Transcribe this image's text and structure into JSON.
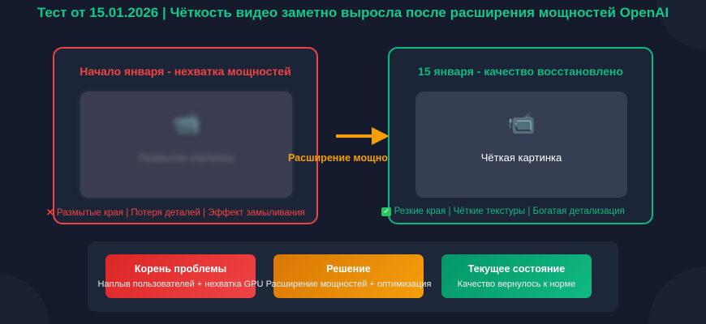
{
  "title": "Тест от 15.01.2026 | Чёткость видео заметно выросла после расширения мощностей OpenAI",
  "before": {
    "heading": "Начало января - нехватка мощностей",
    "icon": "video-camera-icon",
    "caption": "Размытая картинка",
    "footer_icon": "✕",
    "footer": "Размытые края | Потеря деталей | Эффект замыливания"
  },
  "after": {
    "heading": "15 января - качество восстановлено",
    "icon": "video-camera-icon",
    "caption": "Чёткая картинка",
    "footer_icon": "✓",
    "footer": "Резкие края | Чёткие текстуры | Богатая детализация"
  },
  "arrow_label": "Расширение мощностей",
  "cards": [
    {
      "title": "Корень проблемы",
      "desc": "Наплыв пользователей + нехватка GPU"
    },
    {
      "title": "Решение",
      "desc": "Расширение мощностей + оптимизация"
    },
    {
      "title": "Текущее состояние",
      "desc": "Качество вернулось к норме"
    }
  ],
  "colors": {
    "red": "#ef4444",
    "green": "#10b981",
    "orange": "#f59e0b"
  }
}
